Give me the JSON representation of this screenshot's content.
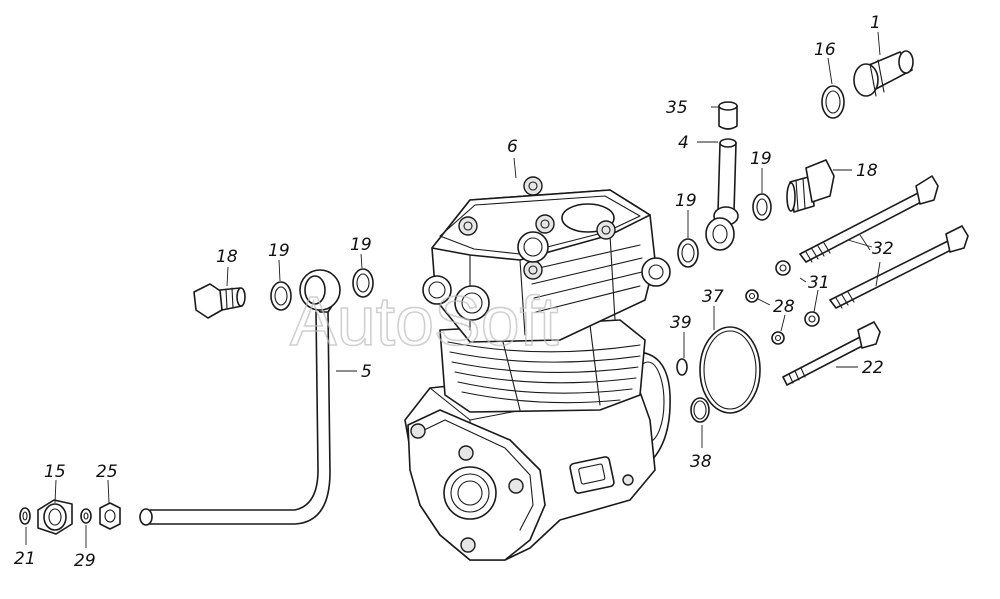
{
  "watermark": "AutoSoft",
  "callouts": {
    "c1": "1",
    "c16": "16",
    "c35": "35",
    "c4": "4",
    "c19a": "19",
    "c18a": "18",
    "c6": "6",
    "c19b": "19",
    "c32": "32",
    "c31": "31",
    "c28": "28",
    "c37": "37",
    "c39": "39",
    "c22": "22",
    "c38": "38",
    "c18b": "18",
    "c19c": "19",
    "c19d": "19",
    "c5": "5",
    "c15": "15",
    "c25": "25",
    "c21": "21",
    "c29": "29"
  }
}
